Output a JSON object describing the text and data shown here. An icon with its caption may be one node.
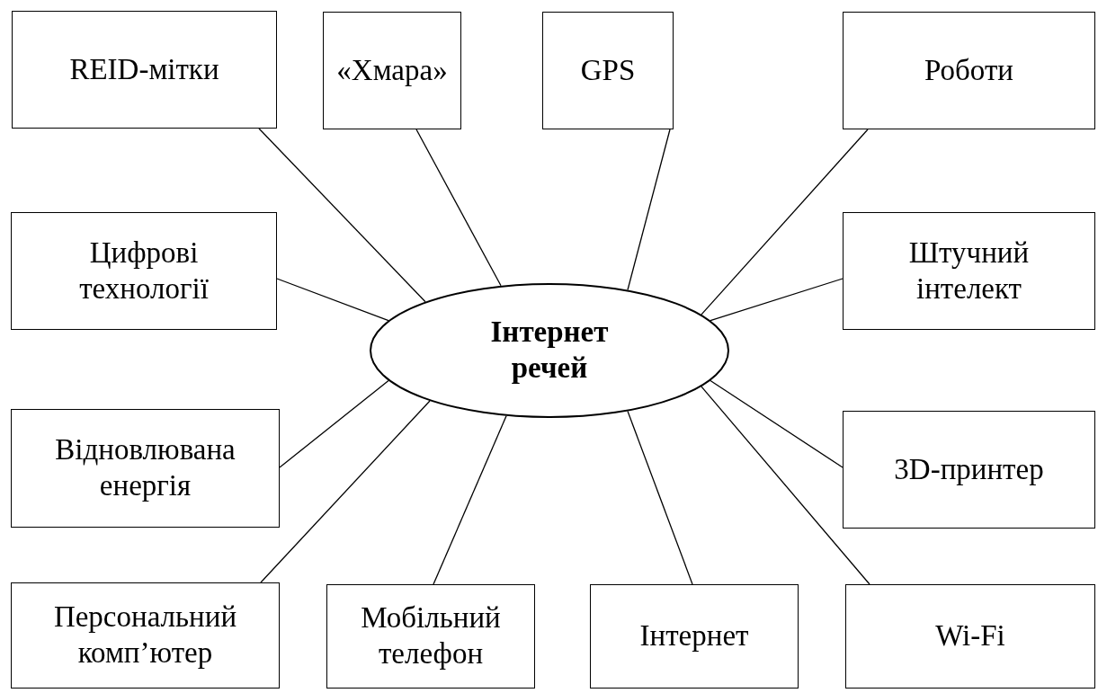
{
  "diagram": {
    "nodes": [
      {
        "text": [
          "REID-мітки"
        ]
      },
      {
        "text": [
          "«Хмара»"
        ]
      },
      {
        "text": [
          "GPS"
        ]
      },
      {
        "text": [
          "Роботи"
        ]
      },
      {
        "text": [
          "Цифрові технології"
        ]
      },
      {
        "text": [
          "Штучний інтелект"
        ]
      },
      {
        "text": [
          "Інтернет речей"
        ]
      },
      {
        "text": [
          "Відновлювана енергія"
        ]
      },
      {
        "text": [
          "3D-принтер"
        ]
      },
      {
        "text": [
          "Персональний комп’ютер"
        ]
      },
      {
        "text": [
          "Мобільний телефон"
        ]
      },
      {
        "text": [
          "Інтернет"
        ]
      },
      {
        "text": [
          "Wi-Fi"
        ]
      }
    ],
    "edges": [
      {
        "from": 6,
        "to": 0,
        "arrow": "none"
      },
      {
        "from": 6,
        "to": 1,
        "arrow": "none"
      },
      {
        "from": 6,
        "to": 2,
        "arrow": "none"
      },
      {
        "from": 6,
        "to": 3,
        "arrow": "none"
      },
      {
        "from": 6,
        "to": 4,
        "arrow": "none"
      },
      {
        "from": 6,
        "to": 5,
        "arrow": "none"
      },
      {
        "from": 6,
        "to": 7,
        "arrow": "none"
      },
      {
        "from": 6,
        "to": 8,
        "arrow": "none"
      },
      {
        "from": 6,
        "to": 9,
        "arrow": "none"
      },
      {
        "from": 6,
        "to": 10,
        "arrow": "none"
      },
      {
        "from": 6,
        "to": 11,
        "arrow": "none"
      },
      {
        "from": 6,
        "to": 12,
        "arrow": "none"
      }
    ]
  }
}
